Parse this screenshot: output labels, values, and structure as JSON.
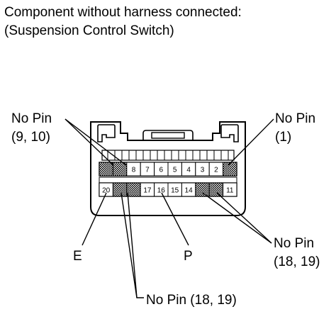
{
  "title": {
    "line1": "Component without harness connected:",
    "line2": "(Suspension Control Switch)"
  },
  "labels": {
    "no_pin_left": "No Pin",
    "no_pin_left_nums": "(9, 10)",
    "no_pin_right": "No Pin",
    "no_pin_right_nums": "(1)",
    "no_pin_lower_right": "No Pin",
    "no_pin_lower_right_nums": "(18, 19)",
    "no_pin_bottom": "No Pin (18, 19)",
    "ground": "E",
    "power": "P"
  },
  "connector": {
    "top_row": [
      "",
      "",
      "8",
      "7",
      "6",
      "5",
      "4",
      "3",
      "2",
      ""
    ],
    "bottom_row": [
      "20",
      "",
      "",
      "17",
      "16",
      "15",
      "14",
      "",
      "",
      "11"
    ]
  }
}
